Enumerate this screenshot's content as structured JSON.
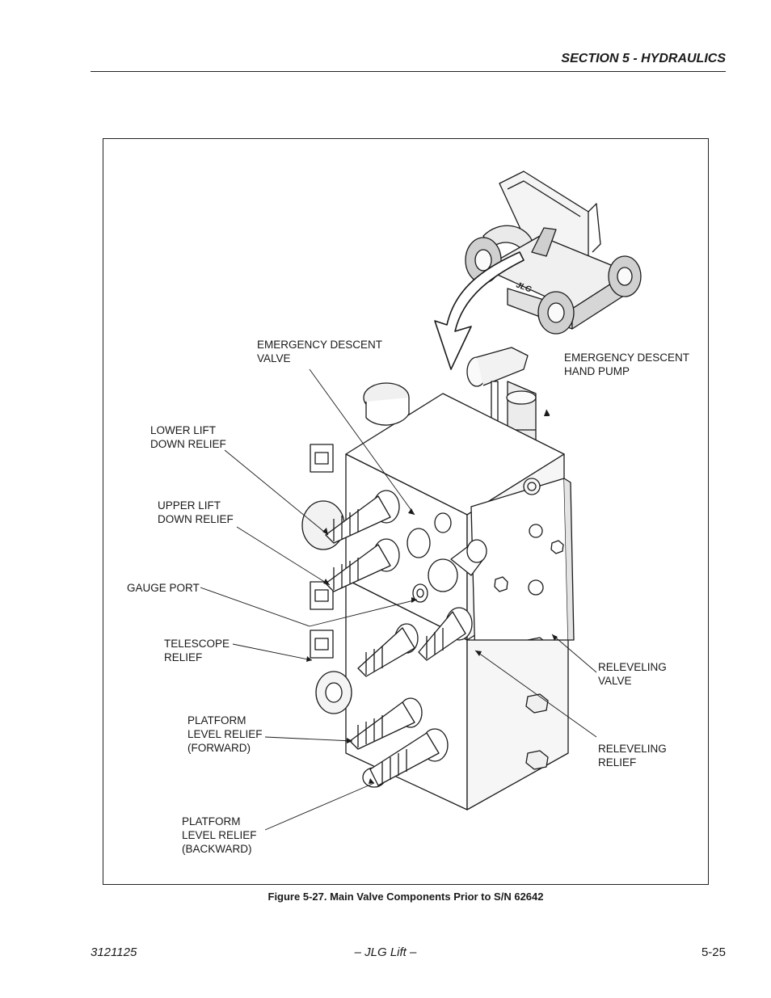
{
  "header": {
    "section_title": "SECTION 5 - HYDRAULICS"
  },
  "figure": {
    "callouts": {
      "emergency_descent_valve": "EMERGENCY DESCENT\nVALVE",
      "emergency_descent_hand_pump": "EMERGENCY DESCENT\nHAND PUMP",
      "lower_lift_down_relief": "LOWER LIFT\nDOWN RELIEF",
      "upper_lift_down_relief": "UPPER LIFT\nDOWN RELIEF",
      "gauge_port": "GAUGE PORT",
      "telescope_relief": "TELESCOPE\nRELIEF",
      "releveling_valve": "RELEVELING\nVALVE",
      "platform_level_relief_forward": "PLATFORM\nLEVEL RELIEF\n(FORWARD)",
      "releveling_relief": "RELEVELING\n RELIEF",
      "platform_level_relief_backward": "PLATFORM\nLEVEL RELIEF\n(BACKWARD)"
    },
    "machine_logo": "JLG",
    "caption": "Figure 5-27.  Main Valve Components Prior to S/N 62642"
  },
  "footer": {
    "doc_number": "3121125",
    "center": "– JLG Lift –",
    "page_number": "5-25"
  }
}
